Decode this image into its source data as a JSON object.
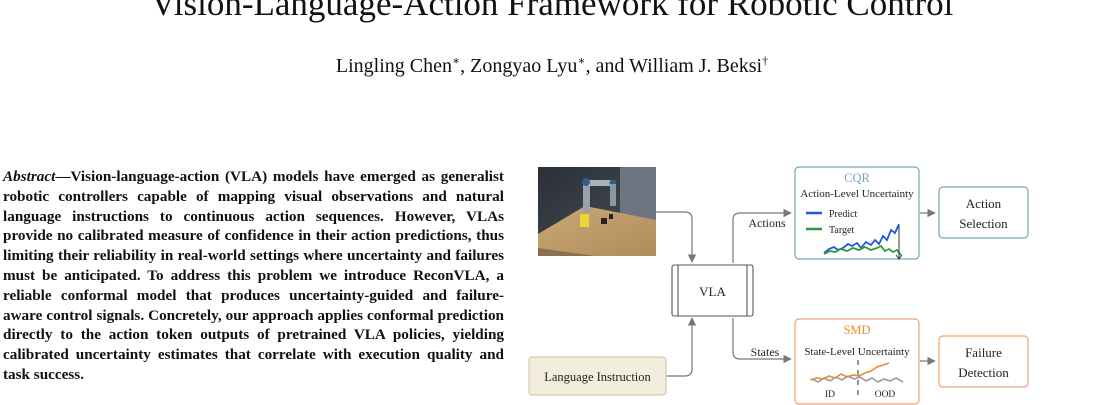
{
  "paper": {
    "title": "Vision-Language-Action Framework for Robotic Control",
    "authors": {
      "a1": "Lingling Chen",
      "m1": "∗",
      "sep1": ", ",
      "a2": "Zongyao Lyu",
      "m2": "∗",
      "sep2": ", and ",
      "a3": "William J. Beksi",
      "m3": "†"
    },
    "abstract": {
      "label": "Abstract",
      "dash": "—",
      "body": "Vision-language-action (VLA) models have emerged as generalist robotic controllers capable of mapping visual observations and natural language instructions to continuous action sequences. However, VLAs provide no calibrated measure of confidence in their action predictions, thus limiting their relia­bility in real-world settings where uncertainty and failures must be anticipated. To address this problem we introduce ReconVLA, a reliable conformal model that produces uncertainty-guided and failure-aware control signals. Concretely, our approach applies conformal prediction directly to the action token outputs of pretrained VLA policies, yielding calibrated uncertainty esti­mates that correlate with execution quality and task success."
    }
  },
  "figure": {
    "vla_label": "VLA",
    "language_label": "Language Instruction",
    "actions_edge": "Actions",
    "states_edge": "States",
    "cqr": {
      "heading": "CQR",
      "subtitle": "Action-Level Uncertainty",
      "legend_predict": "Predict",
      "legend_target": "Target"
    },
    "smd": {
      "heading": "SMD",
      "subtitle": "State-Level Uncertainty",
      "id_label": "ID",
      "ood_label": "OOD"
    },
    "action_selection": {
      "line1": "Action",
      "line2": "Selection"
    },
    "failure_detection": {
      "line1": "Failure",
      "line2": "Detection"
    },
    "colors": {
      "cqr_accent": "#6fa8b6",
      "smd_accent": "#f0a070",
      "predict": "#2255dd",
      "target": "#2a9a3a",
      "smd_primary": "#f08a30",
      "smd_secondary": "#9a9a9a",
      "language_fill": "#f3eddd"
    }
  }
}
